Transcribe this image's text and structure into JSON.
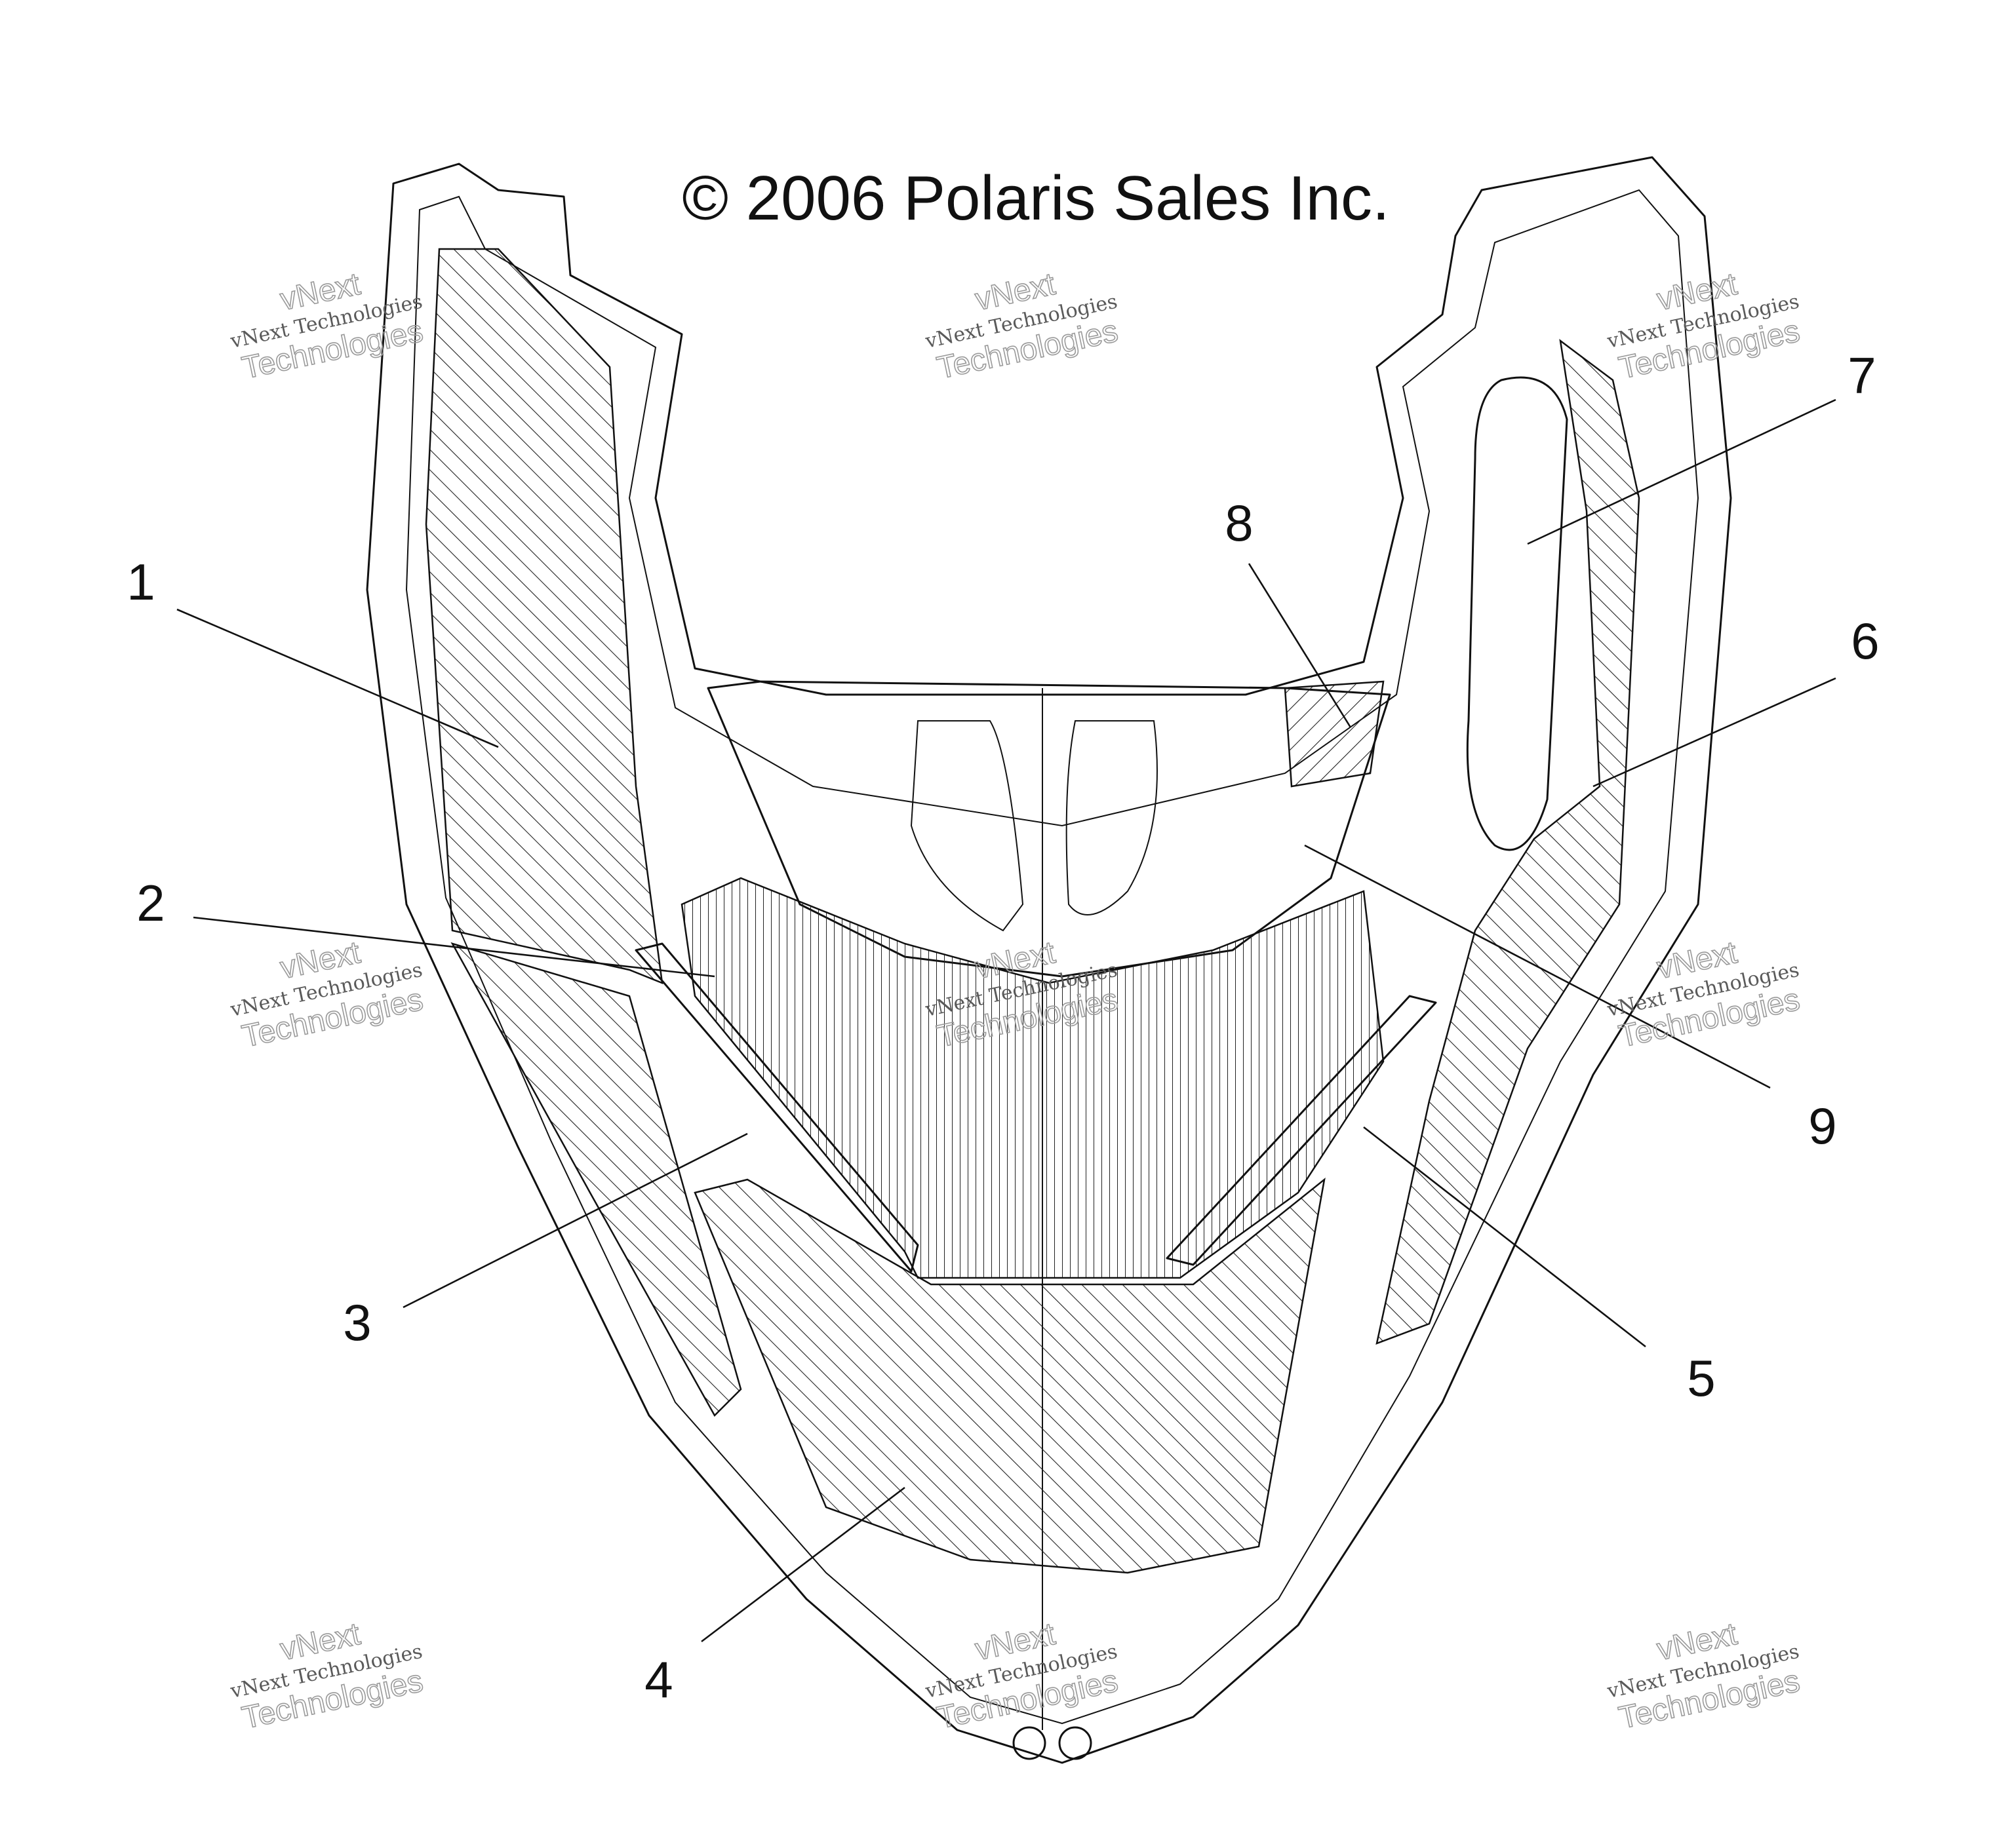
{
  "copyright": "© 2006 Polaris Sales Inc.",
  "watermark": {
    "line1": "vNext",
    "line2": "vNext Technologies",
    "line3": "Technologies"
  },
  "callouts": [
    {
      "id": "1",
      "label": "1"
    },
    {
      "id": "2",
      "label": "2"
    },
    {
      "id": "3",
      "label": "3"
    },
    {
      "id": "4",
      "label": "4"
    },
    {
      "id": "5",
      "label": "5"
    },
    {
      "id": "6",
      "label": "6"
    },
    {
      "id": "7",
      "label": "7"
    },
    {
      "id": "8",
      "label": "8"
    },
    {
      "id": "9",
      "label": "9"
    }
  ]
}
